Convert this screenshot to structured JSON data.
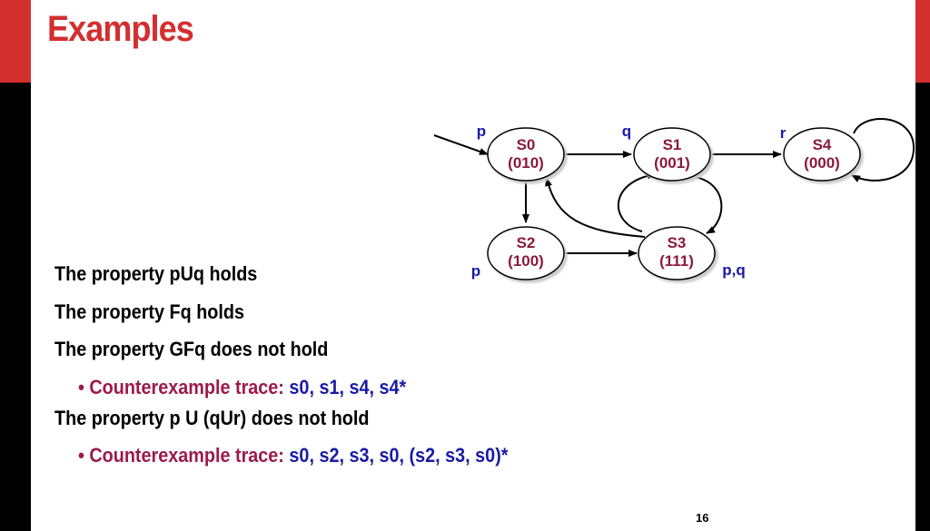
{
  "slide": {
    "title": "Examples",
    "page_number": "16",
    "lines": [
      "The property pUq holds",
      "The property Fq holds",
      "The property GFq does not hold",
      "The property p U (qUr) does not hold"
    ],
    "bullets": [
      {
        "label": "Counterexample trace:",
        "trace": "s0, s1, s4, s4*"
      },
      {
        "label": "Counterexample trace:",
        "trace": "s0, s2, s3, s0, (s2, s3, s0)*"
      }
    ]
  },
  "diagram": {
    "states": [
      {
        "name": "S0",
        "bits": "(010)",
        "label": "p"
      },
      {
        "name": "S1",
        "bits": "(001)",
        "label": "q"
      },
      {
        "name": "S4",
        "bits": "(000)",
        "label": "r"
      },
      {
        "name": "S2",
        "bits": "(100)",
        "label": "p"
      },
      {
        "name": "S3",
        "bits": "(111)",
        "label": "p,q"
      }
    ]
  },
  "colors": {
    "accent_red": "#d32f2f",
    "node_text": "#8b1a3a",
    "prop_blue": "#1a1aa6"
  }
}
